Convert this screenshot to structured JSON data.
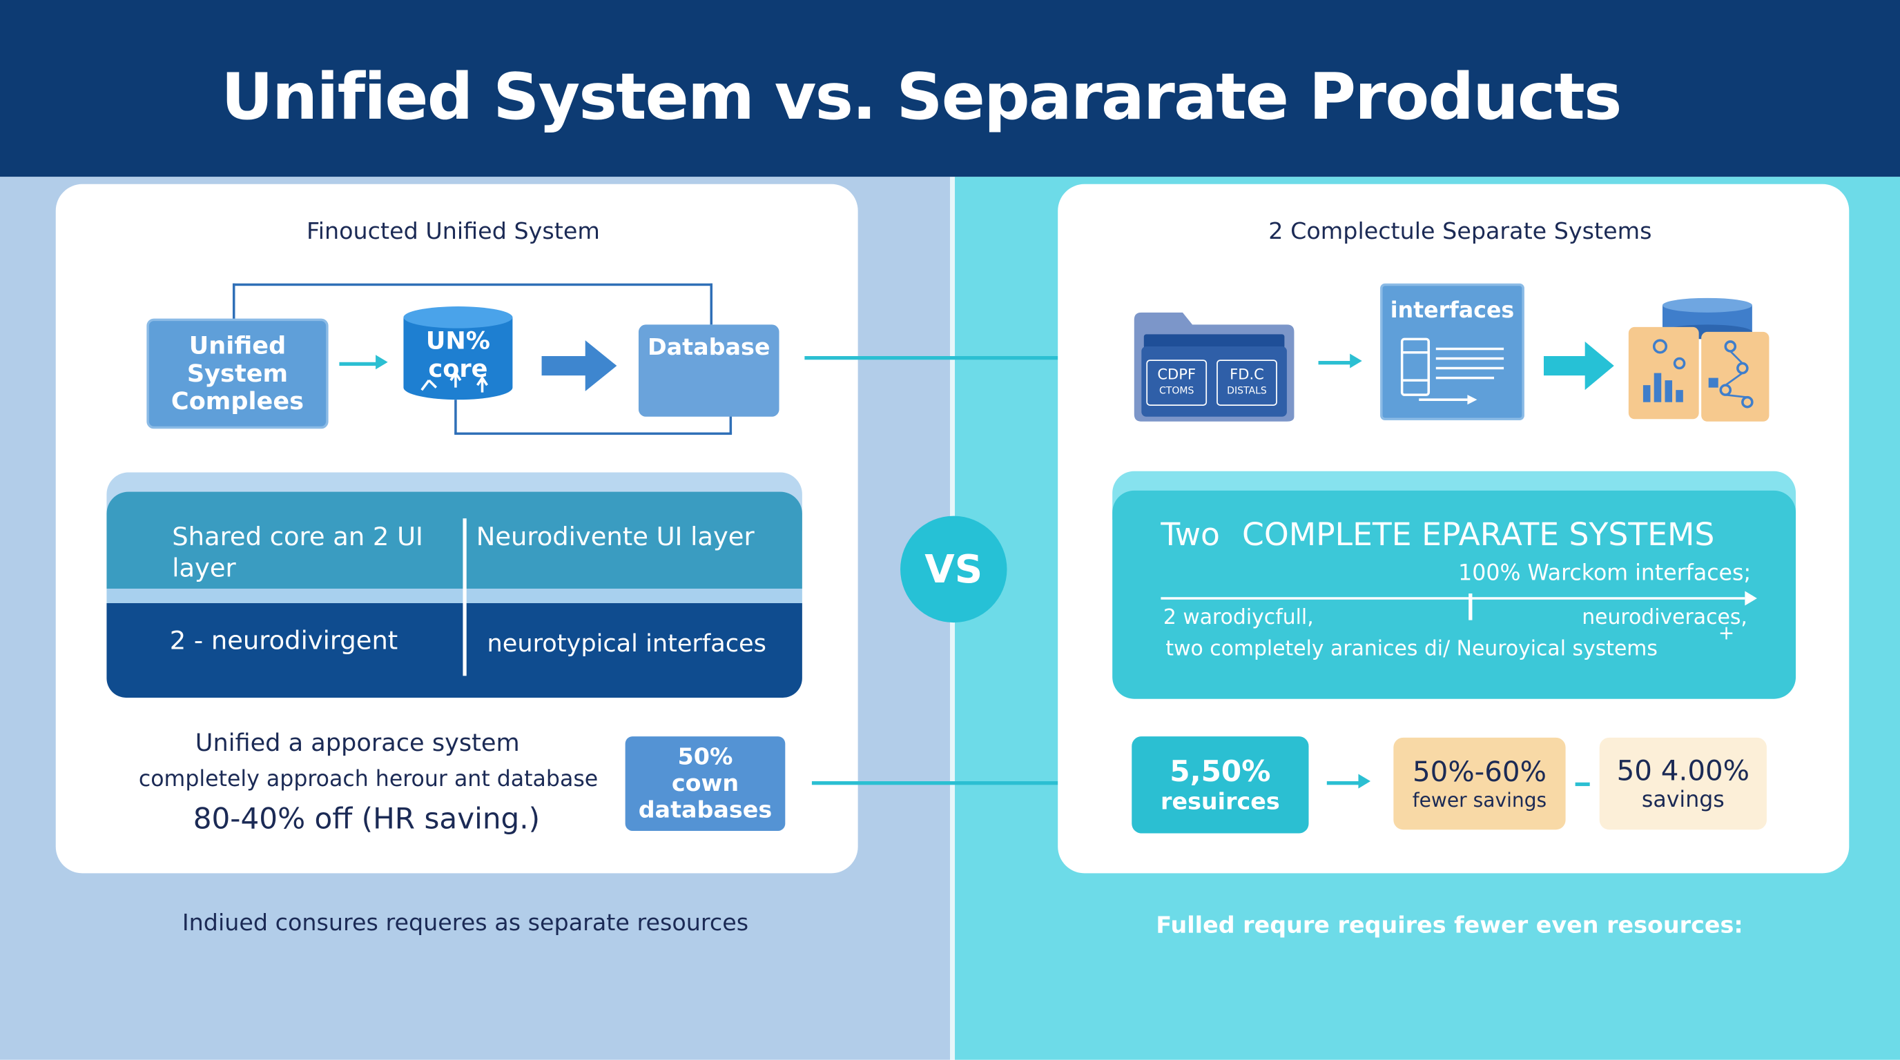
{
  "header": {
    "title": "Unified System vs. Separarate Products"
  },
  "left": {
    "subtitle": "Finoucted Unified System",
    "flow": {
      "box1": "Unified System Complees",
      "core_top": "UN%",
      "core_bottom": "core",
      "database": "Database"
    },
    "panel": {
      "top_left": "Shared core an 2 UI layer",
      "top_right": "Neurodivente UI layer",
      "bottom_left": "2 - neurodivirgent",
      "bottom_right": "neurotypical interfaces"
    },
    "summary": {
      "line1": "Unified a apporace system",
      "line2": "completely approach herour ant database",
      "line3": "80-40% off (HR saving.)"
    },
    "badge": {
      "line1": "50%",
      "line2": "cown",
      "line3": "databases"
    },
    "footer": "Indiued consures requeres as separate resources"
  },
  "vs_label": "VS",
  "right": {
    "subtitle": "2 Complectule Separate Systems",
    "flow": {
      "folder_label_a": "CDPF",
      "folder_sub_a": "CTOMS",
      "folder_label_b": "FD.C",
      "folder_sub_b": "DISTALS",
      "interfaces": "interfaces"
    },
    "panel": {
      "heading_a": "Two",
      "heading_b": "COMPLETE EPARATE SYSTEMS",
      "subline": "100% Warckom interfaces;",
      "left_text": "2 warodiycfull,",
      "right_text": "neurodiveraces,",
      "bottom_text": "two completely aranices di/ Neuroyical systems",
      "mark": "+"
    },
    "stats": [
      {
        "value": "5,50%",
        "label": "resuirces"
      },
      {
        "value": "50%-60%",
        "label": "fewer savings"
      },
      {
        "value": "50 4.00%",
        "label": "savings"
      }
    ],
    "footer": "Fulled requre requires fewer even resources:"
  },
  "colors": {
    "header_navy": "#0d3b73",
    "left_bg": "#b2cde9",
    "right_bg": "#6ddbe8",
    "blue_box": "#5f9fd9",
    "teal": "#2bbfd2",
    "dark_navy": "#0f4c8f",
    "orange_soft": "#f8d9a6"
  },
  "icons": [
    "folder-icon",
    "document-icon",
    "interface-doc-icon",
    "database-icon",
    "chart-icon",
    "network-icon",
    "arrow-right-icon"
  ]
}
